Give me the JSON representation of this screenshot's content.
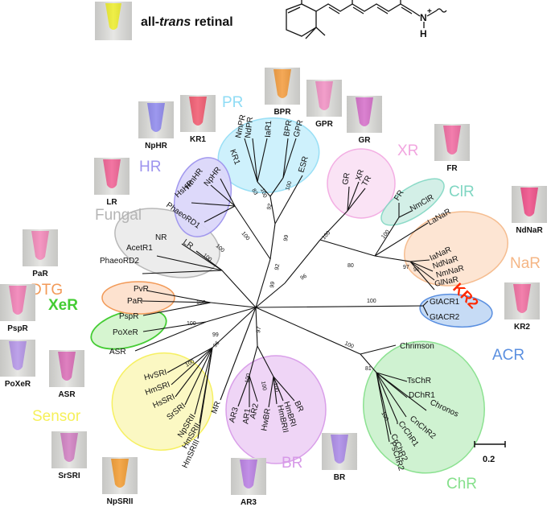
{
  "header": {
    "pigment_name_prefix": "all-",
    "pigment_name_italic": "trans",
    "pigment_name_suffix": " retinal",
    "charge": "+",
    "nitrogen": "N",
    "hydrogen": "H"
  },
  "scale_bar": {
    "value": "0.2"
  },
  "colors": {
    "PR": "#8fdcf5",
    "XR": "#f2a6e0",
    "ClR": "#7fd6c2",
    "NaR": "#f5b685",
    "KR2": "#ff2a00",
    "ACR": "#5a8fe0",
    "ChR": "#86e08c",
    "BR": "#d79ae8",
    "Sensor": "#f6f05a",
    "XeR": "#44cc33",
    "DTG": "#f29a58",
    "Fungal": "#b5b5b5",
    "HR": "#9e94ee"
  },
  "groups": {
    "PR": "PR",
    "XR": "XR",
    "ClR": "ClR",
    "NaR": "NaR",
    "KR2": "KR2",
    "ACR": "ACR",
    "ChR": "ChR",
    "BR": "BR",
    "Sensor": "Sensor",
    "XeR": "XeR",
    "DTG": "DTG",
    "Fungal": "Fungal",
    "HR": "HR"
  },
  "leaves": {
    "KR1": "KR1",
    "NmPR": "NmPR",
    "NdPR": "NdPR",
    "IaR1": "IaR1",
    "BPR": "BPR",
    "GPR": "GPR",
    "ESR": "ESR",
    "GR": "GR",
    "XR": "XR",
    "TR": "TR",
    "FR": "FR",
    "NmClR": "NmClR",
    "LaNaR": "LaNaR",
    "IaNaR": "IaNaR",
    "NdNaR": "NdNaR",
    "NmNaR": "NmNaR",
    "GlNaR": "GlNaR",
    "KR2": "KR2",
    "GtACR1": "GtACR1",
    "GtACR2": "GtACR2",
    "Chrimson": "Chrimson",
    "TsChR": "TsChR",
    "DChR1": "DChR1",
    "Chronos": "Chronos",
    "CnChR2": "CnChR2",
    "CrChR1": "CrChR1",
    "CrChR2": "CrChR2",
    "PsChR2": "PsChR2",
    "BR": "BR",
    "HmBRI": "HmBRI",
    "HmBRII": "HmBRII",
    "HwBR": "HwBR",
    "AR2": "AR2",
    "AR1": "AR1",
    "AR3": "AR3",
    "MR": "MR",
    "HmSRIII": "HmSRIII",
    "HmSRII": "HmSRII",
    "NpSRII": "NpSRII",
    "SrSRI": "SrSRI",
    "HsSRI": "HsSRI",
    "HmSRI": "HmSRI",
    "HvSRI": "HvSRI",
    "ASR": "ASR",
    "PoXeR": "PoXeR",
    "PspR": "PspR",
    "PaR": "PaR",
    "PvR": "PvR",
    "PhaeoRD2": "PhaeoRD2",
    "AcetR1": "AcetR1",
    "NR": "NR",
    "LR": "LR",
    "PhaeoRD1": "PhaeoRD1",
    "HsHR": "HsHR",
    "HmHR": "HmHR",
    "NpHR": "NpHR"
  },
  "bootstrap": {
    "PR_inner": "83",
    "PR_node": "100",
    "ESR_node": "100",
    "PR_ESR": "92",
    "PR_up": "99",
    "PR_HR": "92",
    "HR_base": "99",
    "XR_node": "100",
    "ClR_node": "100",
    "NaR_inner1": "97",
    "NaR_inner2": "91",
    "ClR_NaR": "80",
    "XR_ClR": "96",
    "HR_node": "100",
    "Fungal_node": "100",
    "Fungal_inner": "100",
    "DTG_node": "100",
    "Sensor_up": "99",
    "XeR_node": "100",
    "Sensor_node": "96",
    "SR_inner": "100",
    "BR_node": "97",
    "BR_a": "100",
    "BR_b": "100",
    "BR_c": "100",
    "ACR_node": "100",
    "ChR_node": "100",
    "ChR_inner": "81",
    "CrChR_node": "100"
  },
  "photos": {
    "BPR": "BPR",
    "GPR": "GPR",
    "GR": "GR",
    "FR": "FR",
    "NdNaR": "NdNaR",
    "KR2": "KR2",
    "KR1": "KR1",
    "NpHR": "NpHR",
    "LR": "LR",
    "PaR": "PaR",
    "PspR": "PspR",
    "PoXeR": "PoXeR",
    "ASR": "ASR",
    "SrSRI": "SrSRI",
    "NpSRII": "NpSRII",
    "AR3": "AR3",
    "BR": "BR"
  }
}
